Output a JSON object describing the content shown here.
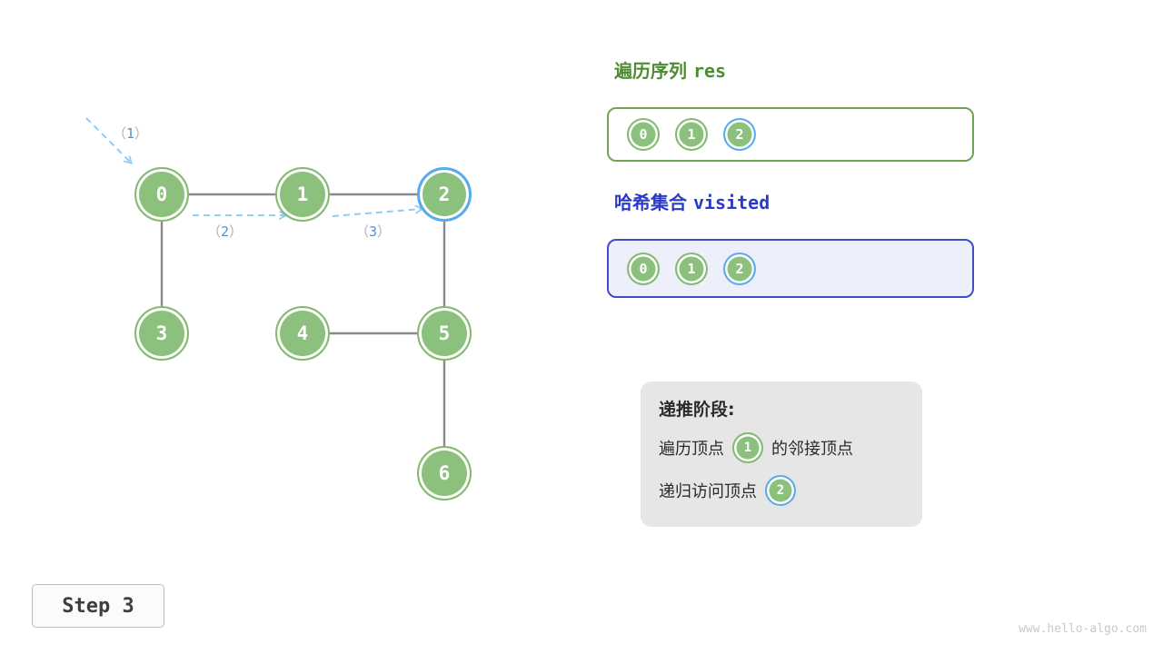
{
  "graph": {
    "nodes": [
      {
        "label": "0",
        "highlighted": false
      },
      {
        "label": "1",
        "highlighted": false
      },
      {
        "label": "2",
        "highlighted": true
      },
      {
        "label": "3",
        "highlighted": false
      },
      {
        "label": "4",
        "highlighted": false
      },
      {
        "label": "5",
        "highlighted": false
      },
      {
        "label": "6",
        "highlighted": false
      }
    ],
    "edges": [
      [
        0,
        1
      ],
      [
        1,
        2
      ],
      [
        0,
        3
      ],
      [
        4,
        5
      ],
      [
        2,
        5
      ],
      [
        5,
        6
      ]
    ],
    "arrows": [
      {
        "open": "（",
        "num": "1",
        "close": "）"
      },
      {
        "open": "（",
        "num": "2",
        "close": "）"
      },
      {
        "open": "（",
        "num": "3",
        "close": "）"
      }
    ]
  },
  "res_panel": {
    "title_cn": "遍历序列",
    "title_code": "res",
    "nodes": [
      "0",
      "1",
      "2"
    ],
    "highlighted": "2"
  },
  "visited_panel": {
    "title_cn": "哈希集合",
    "title_code": "visited",
    "nodes": [
      "0",
      "1",
      "2"
    ],
    "highlighted": "2"
  },
  "info_box": {
    "title": "递推阶段:",
    "line1_prefix": "遍历顶点",
    "line1_node": "1",
    "line1_suffix": "的邻接顶点",
    "line2_prefix": "递归访问顶点",
    "line2_node": "2"
  },
  "step_label": "Step 3",
  "watermark": "www.hello-algo.com",
  "colors": {
    "node_green": "#8cc07d",
    "highlight_blue": "#58acee",
    "title_green": "#4e8c33",
    "title_blue": "#2b3bc8",
    "arrow_blue": "#92ccf2",
    "edge_gray": "#8a8a8a"
  }
}
